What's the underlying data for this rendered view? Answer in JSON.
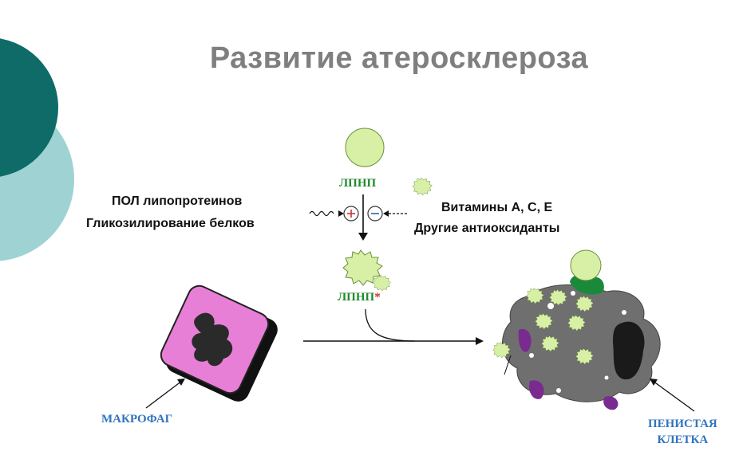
{
  "title": "Развитие атеросклероза",
  "ldl_label": "ЛПНП",
  "oxidized_ldl_label": "ЛПНП",
  "oxidized_mark": "*",
  "left_factors": [
    "ПОЛ липопротеинов",
    "Гликозилирование белков"
  ],
  "right_factors": [
    "Витамины А, С, Е",
    "Другие антиоксиданты"
  ],
  "plus_sign": "+",
  "minus_sign": "−",
  "macrophage_label": "МАКРОФАГ",
  "foam_cell_label": [
    "ПЕНИСТАЯ",
    "КЛЕТКА"
  ],
  "colors": {
    "accent_dark_teal": "#0e6b67",
    "accent_light_teal": "#9fd3d3",
    "ldl_fill": "#d8f0a6",
    "green_label": "#1f8a2e",
    "blue_label": "#2f73c0",
    "macrophage_pink": "#e77fd6",
    "foam_gray": "#6f6f6f",
    "purple": "#7a2b8f",
    "receptor_green": "#1a8a3a"
  }
}
